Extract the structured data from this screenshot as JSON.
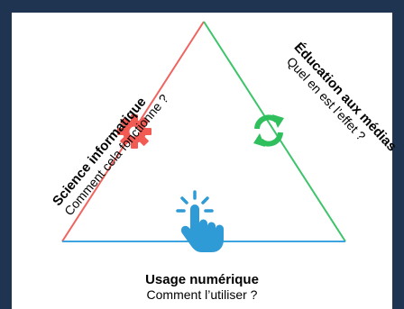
{
  "left": {
    "title": "Science informatique",
    "subtitle": "Comment cela fonctionne ?"
  },
  "right": {
    "title": "Éducation aux médias",
    "subtitle": "Quel en est l’effet ?"
  },
  "bottom": {
    "title": "Usage numérique",
    "subtitle": "Comment l’utiliser ?"
  },
  "colors": {
    "left_edge": "#f0645f",
    "right_edge": "#3dc46a",
    "bottom_edge": "#3ea4df",
    "gear": "#f25a54",
    "sync": "#2fbf5c",
    "hand": "#2e9ad6",
    "frame": "#1f3450"
  },
  "icons": {
    "left": "gear-icon",
    "right": "sync-icon",
    "bottom": "pointer-hand-icon"
  }
}
